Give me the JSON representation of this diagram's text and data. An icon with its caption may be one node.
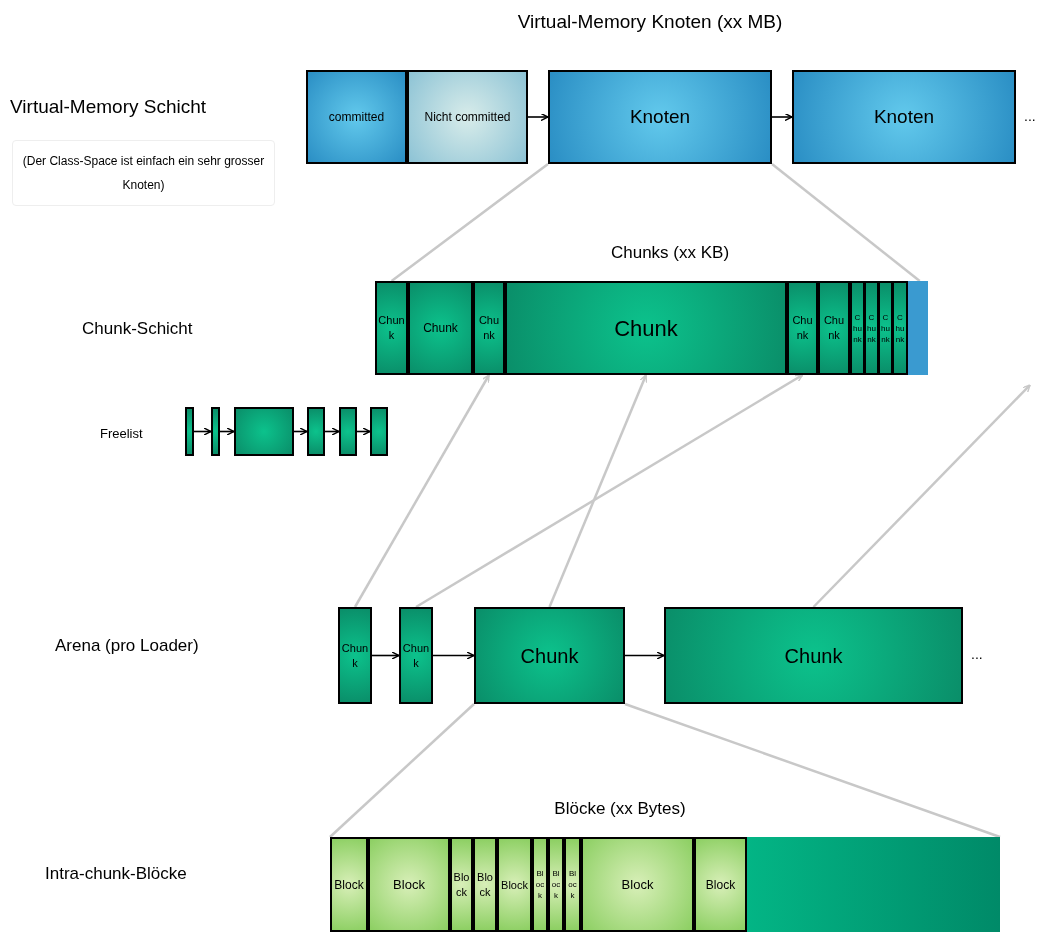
{
  "diagram": {
    "nodes": [
      {
        "text": [],
        "shape": "box"
      },
      {
        "text": [
          "committed"
        ],
        "in": 0
      },
      {
        "text": [
          "Nicht committed"
        ],
        "in": 0
      },
      {
        "text": [
          "Knoten"
        ]
      },
      {
        "text": [
          "Knoten"
        ],
        "beside": [
          "..."
        ]
      },
      {
        "text": [
          "(Der Class-Space ist einfach ein sehr grosser Knoten)"
        ]
      },
      {
        "text": [],
        "shape": "box"
      },
      {
        "text": [
          "Chunk"
        ],
        "in": 6
      },
      {
        "text": [
          "Chunk"
        ],
        "in": 6
      },
      {
        "text": [
          "Chunk"
        ],
        "in": 6
      },
      {
        "text": [
          "Chunk"
        ],
        "in": 6
      },
      {
        "text": [
          "Chunk"
        ],
        "in": 6
      },
      {
        "text": [
          "Chunk"
        ],
        "in": 6
      },
      {
        "text": [
          "Chunk"
        ],
        "in": 6
      },
      {
        "text": [
          "Chunk"
        ],
        "in": 6
      },
      {
        "text": [
          "Chunk"
        ],
        "in": 6
      },
      {
        "text": [
          "Chunk"
        ],
        "in": 6
      },
      {
        "text": [],
        "shape": "box",
        "in": 6
      },
      {
        "text": [],
        "shape": "box"
      },
      {
        "text": [],
        "shape": "box"
      },
      {
        "text": [],
        "shape": "box"
      },
      {
        "text": [],
        "shape": "box"
      },
      {
        "text": [],
        "shape": "box"
      },
      {
        "text": [],
        "shape": "box"
      },
      {
        "text": [
          "Chunk"
        ]
      },
      {
        "text": [
          "Chunk"
        ]
      },
      {
        "text": [
          "Chunk"
        ]
      },
      {
        "text": [
          "Chunk"
        ],
        "beside": [
          "..."
        ]
      },
      {
        "text": [],
        "shape": "box"
      },
      {
        "text": [
          "Block"
        ],
        "in": 28
      },
      {
        "text": [
          "Block"
        ],
        "in": 28
      },
      {
        "text": [
          "Block"
        ],
        "in": 28
      },
      {
        "text": [
          "Block"
        ],
        "in": 28
      },
      {
        "text": [
          "Block"
        ],
        "in": 28
      },
      {
        "text": [
          "Block"
        ],
        "in": 28
      },
      {
        "text": [
          "Block"
        ],
        "in": 28
      },
      {
        "text": [
          "Block"
        ],
        "in": 28
      },
      {
        "text": [
          "Block"
        ],
        "in": 28
      },
      {
        "text": [
          "Block"
        ],
        "in": 28
      },
      {
        "text": [],
        "shape": "box",
        "in": 28
      }
    ],
    "edges": [
      {
        "from": 0,
        "to": 3,
        "arrow": "to"
      },
      {
        "from": 3,
        "to": 4,
        "arrow": "to"
      },
      {
        "from": 3,
        "to": 6,
        "arrow": "none",
        "color": "#c8c8c8"
      },
      {
        "from": 3,
        "to": 6,
        "arrow": "none",
        "color": "#c8c8c8"
      },
      {
        "from": 18,
        "to": 19,
        "arrow": "to"
      },
      {
        "from": 19,
        "to": 20,
        "arrow": "to"
      },
      {
        "from": 20,
        "to": 21,
        "arrow": "to"
      },
      {
        "from": 21,
        "to": 22,
        "arrow": "to"
      },
      {
        "from": 22,
        "to": 23,
        "arrow": "to"
      },
      {
        "from": 24,
        "to": 25,
        "arrow": "to"
      },
      {
        "from": 25,
        "to": 26,
        "arrow": "to"
      },
      {
        "from": 26,
        "to": 27,
        "arrow": "to"
      },
      {
        "from": 24,
        "to": 9,
        "arrow": "to",
        "color": "#c8c8c8"
      },
      {
        "from": 25,
        "to": 11,
        "arrow": "to",
        "color": "#c8c8c8"
      },
      {
        "from": 26,
        "to": 10,
        "arrow": "to",
        "color": "#c8c8c8"
      },
      {
        "from": 27,
        "to": null,
        "arrow": "to",
        "color": "#c8c8c8"
      },
      {
        "from": 26,
        "to": 28,
        "arrow": "none",
        "color": "#c8c8c8"
      },
      {
        "from": 26,
        "to": 28,
        "arrow": "none",
        "color": "#c8c8c8"
      }
    ],
    "labels": [
      "Virtual-Memory Knoten (xx MB)",
      "Virtual-Memory Schicht",
      "Chunks (xx KB)",
      "Chunk-Schicht",
      "Freelist",
      "Arena (pro Loader)",
      "Blöcke (xx Bytes)",
      "Intra-chunk-Blöcke"
    ]
  }
}
